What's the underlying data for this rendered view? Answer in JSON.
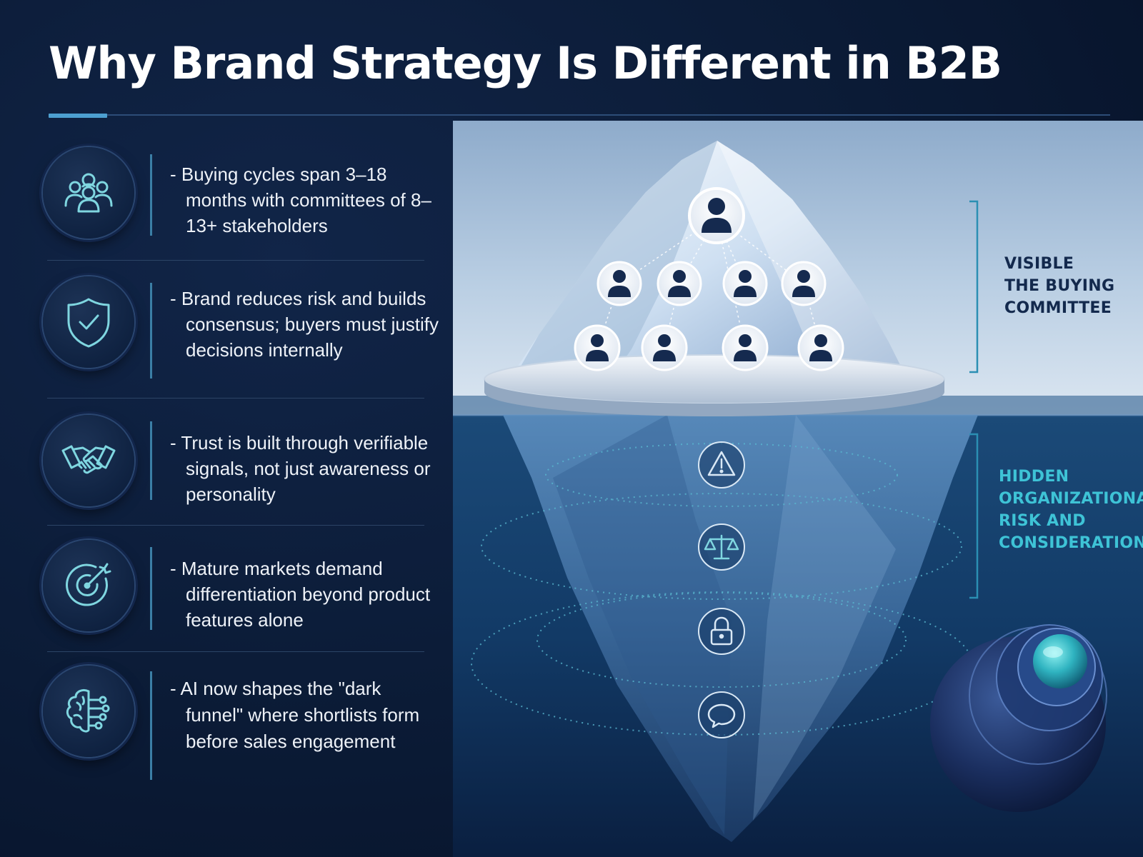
{
  "title": "Why Brand Strategy Is Different in B2B",
  "points": [
    {
      "icon": "people-group-icon",
      "text": "- Buying cycles span 3–18 months with committees of 8–13+ stakeholders"
    },
    {
      "icon": "shield-check-icon",
      "text": "- Brand reduces risk and builds consensus; buyers must justify decisions internally"
    },
    {
      "icon": "handshake-icon",
      "text": "- Trust is built through verifiable signals, not just awareness or personality"
    },
    {
      "icon": "target-arrow-icon",
      "text": "- Mature markets demand differentiation beyond product features alone"
    },
    {
      "icon": "brain-circuit-icon",
      "text": "- AI now shapes the \"dark funnel\" where shortlists form before sales engagement"
    }
  ],
  "diagram": {
    "visible_label": [
      "VISIBLE",
      "THE BUYING",
      "COMMITTEE"
    ],
    "hidden_label": [
      "HIDDEN",
      "ORGANIZATIONAL",
      "RISK AND",
      "CONSIDERATIONS"
    ],
    "hidden_icons": [
      "warning-icon",
      "scales-icon",
      "lock-icon",
      "chat-bubble-icon"
    ],
    "committee": {
      "top": 1,
      "middle_row": 4,
      "bottom_row": 4
    }
  },
  "colors": {
    "background": "#0b1a33",
    "accent_line": "#4d9fd0",
    "icon_teal": "#7fd6e0",
    "hidden_label": "#3ec3d6",
    "visible_label": "#13294d",
    "sky": "#a9c4de",
    "water": "#12345e"
  }
}
